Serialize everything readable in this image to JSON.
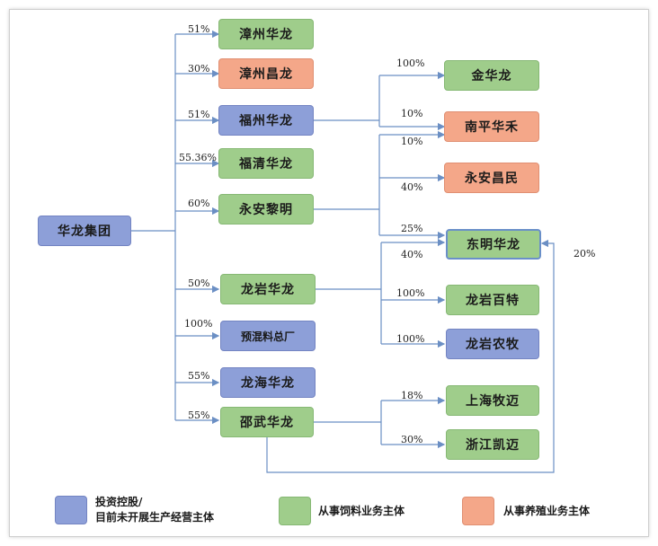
{
  "colors": {
    "green": "#9fcd8b",
    "orange": "#f4a789",
    "blue": "#8d9fd8",
    "line": "#6b8fc4"
  },
  "nodes": {
    "root": "华龙集团",
    "zhangzhou_hualong": "漳州华龙",
    "zhangzhou_changlong": "漳州昌龙",
    "fuzhou_hualong": "福州华龙",
    "fuqing_hualong": "福清华龙",
    "yongan_liming": "永安黎明",
    "longyan_hualong": "龙岩华龙",
    "yuhunliao": "预混料总厂",
    "longhai_hualong": "龙海华龙",
    "shaowu_hualong": "邵武华龙",
    "jin_hualong": "金华龙",
    "nanping_huahe": "南平华禾",
    "yongan_changmin": "永安昌民",
    "dongming_hualong": "东明华龙",
    "longyan_baite": "龙岩百特",
    "longyan_nongmu": "龙岩农牧",
    "shanghai_mumai": "上海牧迈",
    "zhejiang_kaimai": "浙江凯迈"
  },
  "percentages": {
    "p_zhangzhou_hualong": "51%",
    "p_zhangzhou_changlong": "30%",
    "p_fuzhou_hualong": "51%",
    "p_fuqing_hualong": "55.36%",
    "p_yongan_liming": "60%",
    "p_longyan_hualong": "50%",
    "p_yuhunliao": "100%",
    "p_longhai_hualong": "55%",
    "p_shaowu_hualong": "55%",
    "p_jin_hualong": "100%",
    "p_nanping_huahe_fz": "10%",
    "p_nanping_huahe_ya": "10%",
    "p_yongan_changmin": "40%",
    "p_dongming_ya": "25%",
    "p_dongming_ly": "40%",
    "p_dongming_sw": "20%",
    "p_longyan_baite": "100%",
    "p_longyan_nongmu": "100%",
    "p_shanghai_mumai": "18%",
    "p_zhejiang_kaimai": "30%"
  },
  "legend": {
    "blue_line1": "投资控股/",
    "blue_line2": "目前未开展生产经营主体",
    "green": "从事饲料业务主体",
    "orange": "从事养殖业务主体"
  }
}
